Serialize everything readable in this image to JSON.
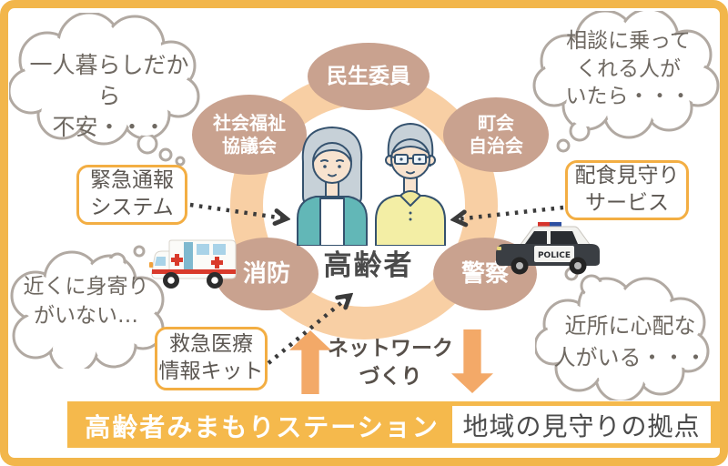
{
  "center": {
    "label": "高齢者"
  },
  "members": {
    "minsei": "民生委員",
    "fukushi_line1": "社会福祉",
    "fukushi_line2": "協議会",
    "choukai_line1": "町会",
    "choukai_line2": "自治会",
    "shobo": "消防",
    "keisatsu": "警察"
  },
  "thoughts": {
    "alone": {
      "line1": "一人暮らしだから",
      "line2": "不安・・・"
    },
    "consult": {
      "line1": "相談に乗って",
      "line2": "くれる人が",
      "line3": "いたら・・・"
    },
    "no_relatives": {
      "line1": "近くに身寄り",
      "line2": "がいない…"
    },
    "worried_neighbor": {
      "line1": "近所に心配な",
      "line2": "人がいる・・・"
    }
  },
  "services": {
    "emergency_call": {
      "line1": "緊急通報",
      "line2": "システム"
    },
    "meal_delivery": {
      "line1": "配食見守り",
      "line2": "サービス"
    },
    "medical_kit": {
      "line1": "救急医療",
      "line2": "情報キット"
    }
  },
  "network": {
    "line1": "ネットワーク",
    "line2": "づくり"
  },
  "banner": {
    "station": "高齢者みまもりステーション",
    "base": "地域の見守りの拠点"
  },
  "vehicles": {
    "police_label": "POLICE"
  },
  "colors": {
    "frame_orange": "#F2B64B",
    "banner_orange": "#F5B94C",
    "ring_peach": "#F8CFA4",
    "member_brown": "#C9A28F",
    "box_border_orange": "#F3AE43",
    "block_arrow_orange": "#F3A968",
    "cloud_outline_gray": "#B1A9A2",
    "cloud_text_gray": "#6F6962",
    "dark_text": "#4A4A4A",
    "dotted_arrow": "#3B3B3B",
    "ambulance_red": "#D93A2B",
    "police_red": "#D6342C",
    "police_blue": "#2D4FA1",
    "cardigan_teal": "#62B7B7",
    "sweater_yellow": "#F3EEA5"
  }
}
